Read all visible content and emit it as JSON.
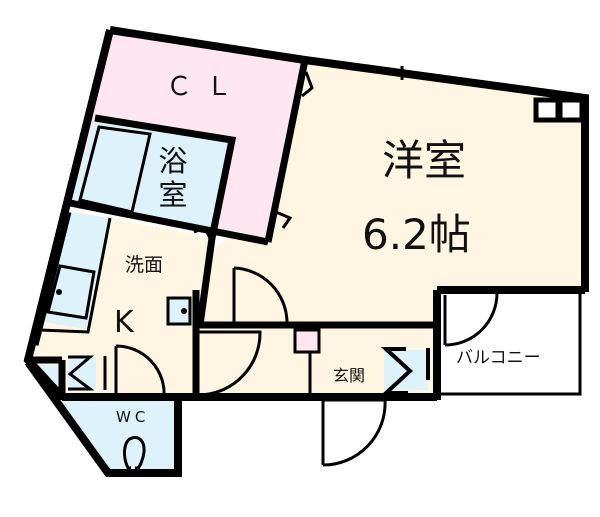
{
  "floor_plan": {
    "colors": {
      "wall": "#000000",
      "western_room": "#fef6e2",
      "closet": "#fde6ef",
      "wet_area": "#def2fb",
      "balcony": "#ffffff"
    },
    "rooms": {
      "closet": {
        "label": "ＣＬ"
      },
      "bathroom": {
        "label": "浴室"
      },
      "western_room": {
        "label": "洋室",
        "size": "6.2帖"
      },
      "washroom": {
        "label": "洗面"
      },
      "kitchen": {
        "label": "K"
      },
      "toilet": {
        "label": "WC"
      },
      "entrance": {
        "label": "玄関"
      },
      "balcony": {
        "label": "バルコニー"
      }
    },
    "icons": {
      "bathtub": "bathtub-icon",
      "kitchen_sink": "sink-icon",
      "toilet": "toilet-icon",
      "washer": "washing-machine-pan-icon",
      "shoe_box": "shoe-cabinet-icon",
      "fridge": "refrigerator-space-icon",
      "air_conditioner": "ac-unit-icon",
      "doors": "door-swing-icon"
    }
  }
}
